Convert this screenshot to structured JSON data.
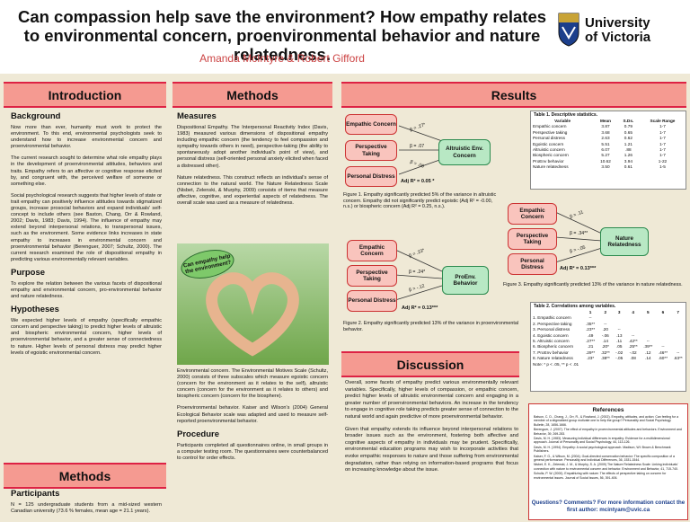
{
  "title": "Can compassion help save the environment? How empathy relates to environmental concern, proenvironmental behavior and nature relatedness.",
  "authors": "Amanda McIntyre  &  Robert Gifford",
  "logo_text": [
    "University",
    "of Victoria"
  ],
  "colors": {
    "accent": "#f59a91",
    "border": "#dd2244",
    "bg": "#efe9d6",
    "green": "#b8e8c4"
  },
  "sections": {
    "intro": "Introduction",
    "methods": "Methods",
    "results": "Results",
    "methods2": "Methods",
    "discussion": "Discussion"
  },
  "intro": {
    "background_h": "Background",
    "p1": "Now more than ever, humanity must work to protect the environment. To this end, environmental psychologists seek to understand how to increase environmental concern and proenvironmental behavior.",
    "p2": "The current research sought to determine what role empathy plays in the development of proenvironmental attitudes, behaviors and traits. Empathy refers to an affective or cognitive response elicited by, and congruent with, the perceived welfare of someone or something else.",
    "p3": "Social psychological research suggests that higher levels of state or trait empathy can positively influence attitudes towards stigmatized groups, increase prosocial behaviors and expand individuals' self-concept to include others (see Baston, Chang, Orr & Rowland, 2002; Davis, 1983; Davis, 1994). The influence of empathy may extend beyond interpersonal relations, to transpersonal issues, such as the environment. Some evidence links increases in state empathy to increases in environmental concern and proenvironmental behavior (Berenguer, 2007; Schultz, 2000). The current research examined the role of dispositional empathy in predicting various environmentally relevant variables.",
    "purpose_h": "Purpose",
    "purpose": "To explore the relation between the various facets of dispositional empathy and environmental concern, pro-environmental behavior and nature relatedness.",
    "hyp_h": "Hypotheses",
    "hyp": "We expected higher levels of empathy (specifically empathic concern and perspective taking) to predict higher levels of altruistic and biospheric environmental concern, higher levels of proenvironmental behavior, and a greater sense of connectedness to nature. Higher levels of personal distress may predict higher levels of egoistic environmental concern."
  },
  "methods_lower": {
    "participants_h": "Participants",
    "participants": "N = 125 undergraduate students from a mid-sized western Canadian university (73.6 % females, mean age = 21.1 years)."
  },
  "measures": {
    "h": "Measures",
    "p1": "Dispositional Empathy. The Interpersonal Reactivity Index (Davis, 1983) measured various dimensions of dispositional empathy including empathic concern (the tendency to feel compassion and sympathy towards others in need), perspective-taking (the ability to spontaneously adopt another individual's point of view), and personal distress (self-oriented personal anxiety elicited when faced a distressed other).",
    "p2": "Nature relatedness. This construct reflects an individual's sense of connection to the natural world. The Nature Relatedness Scale (Nisbet, Zelenski, & Murphy, 2009) consists of items that measure affective, cognitive, and experiential aspects of relatedness. The overall scale was used as a measure of relatedness.",
    "bubble": "Can empathy help the environment?",
    "p3": "Environmental concern. The Environmental Motives Scale (Schultz, 2000) consists of three subscales which measure egoistic concern (concern for the environment as it relates to the self), altruistic concern (concern for the environment as it relates to others) and biospheric concern (concern for the biosphere).",
    "p4": "Proenvironmental behavior. Kaiser and Wilson's (2004) General Ecological Behavior scale was adapted and used to measure self-reported proenvironmental behavior.",
    "procedure_h": "Procedure",
    "procedure": "Participants completed all questionnaires online, in small groups in a computer testing room. The questionnaires were counterbalanced to control for order effects."
  },
  "fig1": {
    "boxes": [
      "Empathic Concern",
      "Perspective Taking",
      "Personal Distress"
    ],
    "outcome": "Altruistic Env. Concern",
    "betas": [
      "β = .27*",
      "β = .07",
      "β = .06"
    ],
    "adj": "Adj R² = 0.05 *",
    "caption": "Figure 1. Empathy significantly predicted 5% of the variance in altruistic concern. Empathy did not significantly predict egoistic (Adj R² = -0.00, n.s.) or biospheric concern (Adj R² = 0.25, n.s.)."
  },
  "fig2": {
    "boxes": [
      "Empathic Concern",
      "Perspective Taking",
      "Personal Distress"
    ],
    "outcome": "ProEnv. Behavior",
    "betas": [
      "β = .23*",
      "β = .24*",
      "β = -.12"
    ],
    "adj": "Adj R² = 0.13***",
    "caption": "Figure 2. Empathy significantly predicted 13% of the variance in proenvironmental behavior."
  },
  "fig3": {
    "boxes": [
      "Empathic Concern",
      "Perspective Taking",
      "Personal Distress"
    ],
    "outcome": "Nature Relatedness",
    "betas": [
      "β = .11",
      "β = .34**",
      "β = -.05"
    ],
    "adj": "Adj R² = 0.13***",
    "caption": "Figure 3. Empathy significantly predicted 13% of the variance in nature relatedness."
  },
  "table1": {
    "caption": "Table 1. Descriptive statistics.",
    "headers": [
      "Variable",
      "Mean",
      "S.Ds.",
      "Scale Range"
    ],
    "rows": [
      [
        "Empathic concern",
        "3.87",
        "0.79",
        "1-7"
      ],
      [
        "Perspective taking",
        "3.68",
        "0.65",
        "1-7"
      ],
      [
        "Personal distress",
        "2.63",
        "0.62",
        "1-7"
      ],
      [
        "Egoistic concern",
        "5.51",
        "1.21",
        "1-7"
      ],
      [
        "Altruistic concern",
        "6.07",
        ".88",
        "1-7"
      ],
      [
        "Biospheric concern",
        "5.27",
        "1.26",
        "1-7"
      ],
      [
        "ProEnv behavior",
        "10.62",
        "3.94",
        "1-22"
      ],
      [
        "Nature relatedness",
        "3.50",
        "0.61",
        "1-5"
      ]
    ]
  },
  "table2": {
    "caption": "Table 2. Correlations among variables.",
    "headers": [
      "",
      "1",
      "2",
      "3",
      "4",
      "5",
      "6",
      "7"
    ],
    "rows": [
      [
        "1. Empathic concern",
        "--",
        "",
        "",
        "",
        "",
        "",
        ""
      ],
      [
        "2. Perspective taking",
        ".35**",
        "--",
        "",
        "",
        "",
        "",
        ""
      ],
      [
        "3. Personal distress",
        ".23**",
        ".20",
        "--",
        "",
        "",
        "",
        ""
      ],
      [
        "4. Egoistic concern",
        ".49",
        "-.06",
        ".13",
        "--",
        "",
        "",
        ""
      ],
      [
        "5. Altruistic concern",
        ".27**",
        ".14",
        ".11",
        ".42**",
        "--",
        "",
        ""
      ],
      [
        "6. Biospheric concern",
        ".21",
        ".20*",
        ".05",
        ".25**",
        ".39**",
        "--",
        ""
      ],
      [
        "7. ProEnv behavior",
        ".29**",
        ".32**",
        "-.02",
        "-.02",
        ".12",
        ".46**",
        "--"
      ],
      [
        "8. Nature relatedness",
        ".23*",
        ".38**",
        "-.05",
        ".08",
        ".14",
        ".60**",
        ".63**"
      ]
    ],
    "note": "Note: * p < .05, ** p < .01"
  },
  "discussion": {
    "p1": "Overall, some facets of empathy predict various environmentally relevant variables. Specifically, higher levels of compassion, or empathic concern, predict higher levels of altruistic environmental concern and engaging in a greater number of proenvironmental behaviors. An increase in the tendency to engage in cognitive role taking predicts greater sense of connection to the natural world and again predictive of more proenvironmental behavior.",
    "p2": "Given that empathy extends its influence beyond interpersonal relations to broader issues such as the environment, fostering both affective and cognitive aspects of empathy in individuals may be prudent. Specifically, environmental education programs may wish to incorporate activities that evoke empathic responses to nature and those suffering from environmental degradation, rather than relying on information-based programs that focus on increasing knowledge about the issue."
  },
  "references": {
    "h": "References",
    "items": [
      "Batson, C. D., Chang, J., Orr, R., & Rowland, J. (2002). Empathy, attitudes, and action: Can feeling for a member of a stigmatized group motivate one to help the group? Personality and Social Psychology Bulletin, 28, 1656-1666.",
      "Berenguer, J. (2007). The effect of empathy in proenvironmental attitudes and behaviors. Environment and Behavior, 39, 269-283.",
      "Davis, M. H. (1983). Measuring individual differences in empathy: Evidence for a multidimensional approach. Journal of Personality and Social Psychology, 44, 113-126.",
      "Davis, M. H. (1994). Empathy: A social psychological approach. Madison, WI: Brown & Benchmark Publishers.",
      "Kaiser, F. G., & Wilson, M. (2004). Goal-directed conservation behavior: The specific composition of a general performance. Personality and Individual Differences, 36, 1531-1544.",
      "Nisbet, E. K., Zelenski, J. M., & Murphy, S. A. (2009) The Nature Relatedness Scale: Linking individuals' connection with nature to environmental concern and behavior. Environment and Behavior, 41, 715-740.",
      "Schultz, P. W. (2000). Empathizing with nature: The effects of perspective taking on concern for environmental issues. Journal of Social Issues, 56, 391-406."
    ],
    "contact": "Questions? Comments? For more information contact the first author: mcintyam@uvic.ca"
  }
}
